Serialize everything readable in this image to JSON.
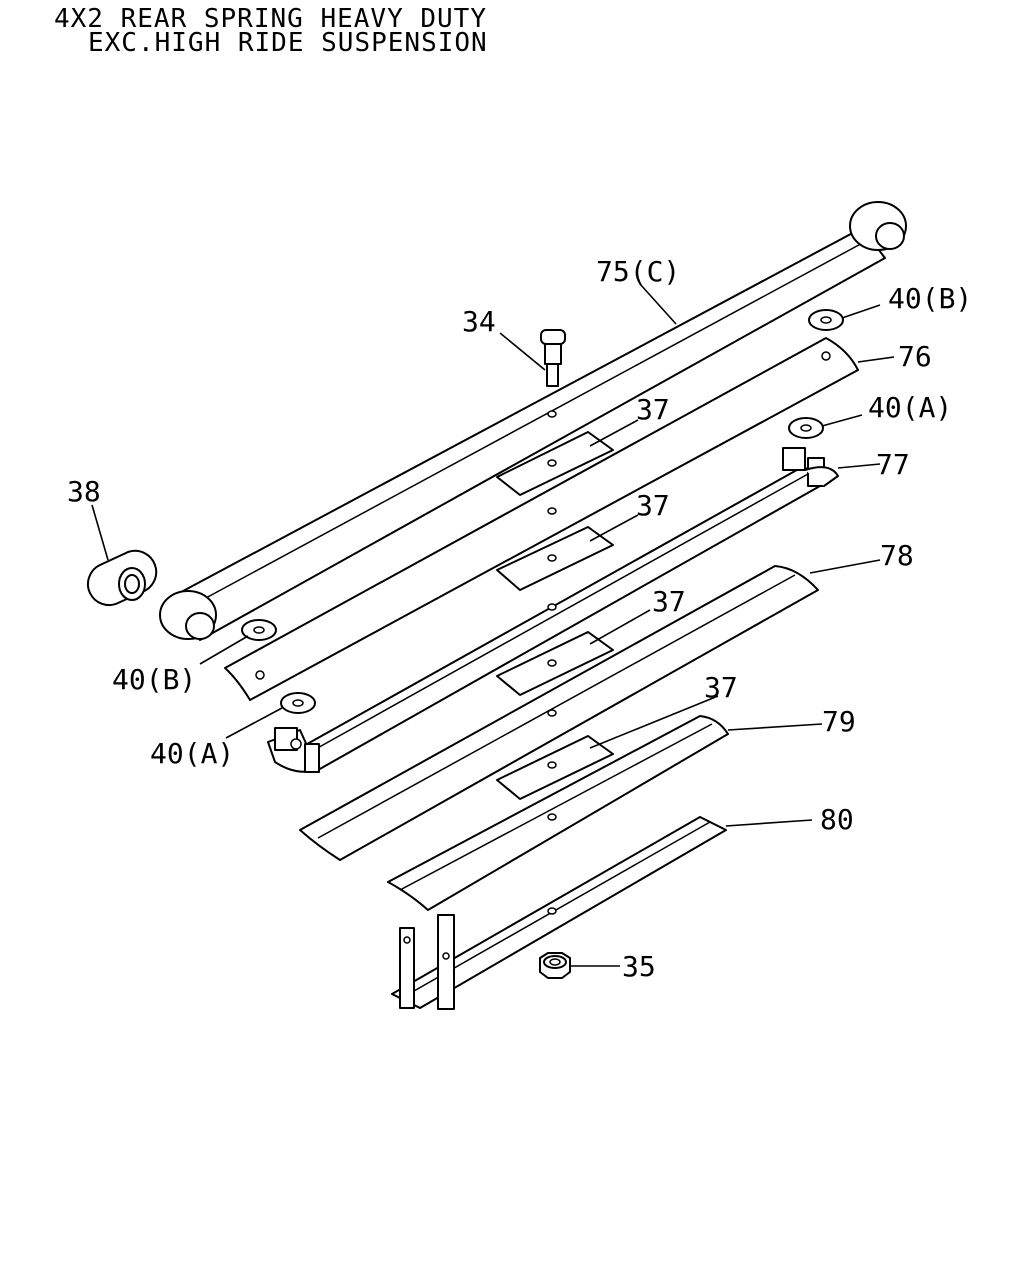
{
  "title": {
    "line1": "4X2 REAR SPRING HEAVY DUTY",
    "line2": "EXC.HIGH RIDE SUSPENSION"
  },
  "callouts": {
    "c75c": "75(C)",
    "c34": "34",
    "c40b_top": "40(B)",
    "c76": "76",
    "c37_a": "37",
    "c40a_top": "40(A)",
    "c77": "77",
    "c38": "38",
    "c37_b": "37",
    "c78": "78",
    "c37_c": "37",
    "c40b_left": "40(B)",
    "c37_d": "37",
    "c79": "79",
    "c40a_left": "40(A)",
    "c80": "80",
    "c35": "35"
  }
}
